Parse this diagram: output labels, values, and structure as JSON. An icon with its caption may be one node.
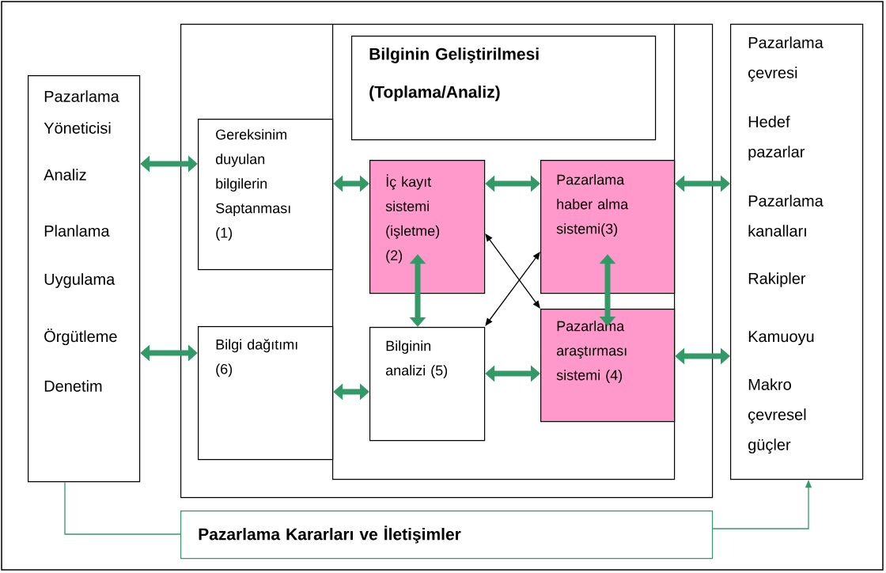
{
  "diagram": {
    "nodes": [
      {
        "text": [
          "Pazarlama Yöneticisi",
          "Analiz",
          "Planlama",
          "Uygulama",
          "Örgütleme",
          "Denetim"
        ]
      },
      {
        "text": [],
        "shape": "box"
      },
      {
        "text": [],
        "shape": "box",
        "in": 1
      },
      {
        "text": [
          "Bilginin Geliştirilmesi (Toplama/Analiz)"
        ],
        "in": 2
      },
      {
        "text": [
          "Gereksinim duyulan bilgilerin Saptanması (1)"
        ],
        "in": 1
      },
      {
        "text": [
          "Bilgi dağıtımı (6)"
        ],
        "in": 1
      },
      {
        "text": [
          "İç kayıt sistemi (işletme) (2)"
        ],
        "in": 2
      },
      {
        "text": [
          "Pazarlama haber alma sistemi(3)"
        ],
        "in": 2
      },
      {
        "text": [
          "Bilginin analizi (5)"
        ],
        "in": 2
      },
      {
        "text": [
          "Pazarlama araştırması sistemi (4)"
        ],
        "in": 2
      },
      {
        "text": [
          "Pazarlama çevresi",
          "Hedef pazarlar",
          "Pazarlama kanalları",
          "Rakipler",
          "Kamuoyu",
          "Makro çevresel güçler"
        ]
      },
      {
        "text": [
          "Pazarlama Kararları ve İletişimler"
        ]
      }
    ],
    "edges": [
      {
        "from": 0,
        "to": 4,
        "arrow": "both"
      },
      {
        "from": 0,
        "to": 5,
        "arrow": "both"
      },
      {
        "from": 4,
        "to": 6,
        "arrow": "both"
      },
      {
        "from": 5,
        "to": 8,
        "arrow": "both"
      },
      {
        "from": 6,
        "to": 7,
        "arrow": "both"
      },
      {
        "from": 6,
        "to": 8,
        "arrow": "both"
      },
      {
        "from": 7,
        "to": 9,
        "arrow": "both"
      },
      {
        "from": 8,
        "to": 9,
        "arrow": "both"
      },
      {
        "from": 7,
        "to": 10,
        "arrow": "both"
      },
      {
        "from": 9,
        "to": 10,
        "arrow": "both"
      },
      {
        "from": 6,
        "to": 9,
        "arrow": "both",
        "color": "#000000"
      },
      {
        "from": 8,
        "to": 7,
        "arrow": "both",
        "color": "#000000"
      },
      {
        "from": 0,
        "to": 11,
        "arrow": "none"
      },
      {
        "from": 11,
        "to": 10,
        "arrow": "to"
      }
    ]
  }
}
